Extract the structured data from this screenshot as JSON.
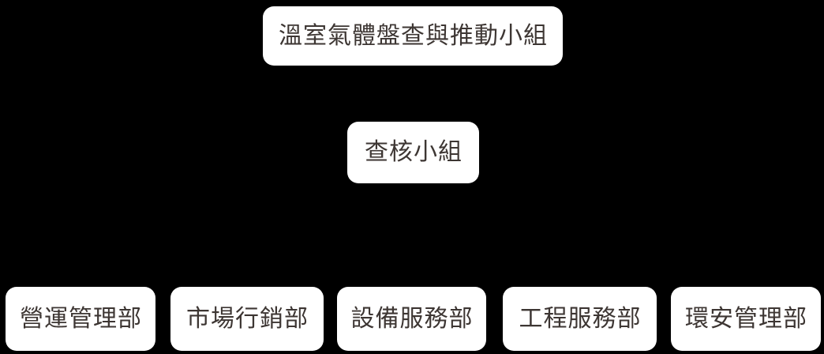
{
  "org_chart": {
    "type": "organization-chart",
    "root": {
      "label": "溫室氣體盤查與推動小組"
    },
    "audit_team": {
      "label": "查核小組"
    },
    "departments": [
      {
        "label": "營運管理部"
      },
      {
        "label": "市場行銷部"
      },
      {
        "label": "設備服務部"
      },
      {
        "label": "工程服務部"
      },
      {
        "label": "環安管理部"
      }
    ]
  },
  "colors": {
    "background": "#000000",
    "box_fill": "#ffffff",
    "text": "#3d3633"
  }
}
